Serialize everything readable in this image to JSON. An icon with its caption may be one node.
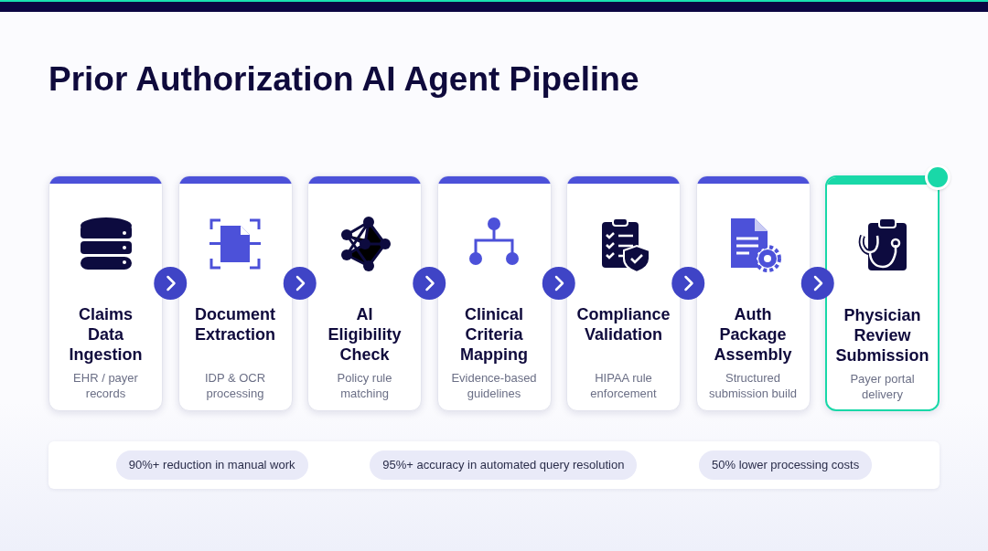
{
  "diagram": {
    "title": "Prior Authorization AI Agent Pipeline",
    "nodes": [
      {
        "text": [
          "Claims Data Ingestion",
          "EHR / payer records"
        ]
      },
      {
        "text": [
          "Document Extraction",
          "IDP & OCR processing"
        ]
      },
      {
        "text": [
          "AI Eligibility Check",
          "Policy rule matching"
        ]
      },
      {
        "text": [
          "Clinical Criteria Mapping",
          "Evidence-based guidelines"
        ]
      },
      {
        "text": [
          "Compliance Validation",
          "HIPAA rule enforcement"
        ]
      },
      {
        "text": [
          "Auth Package Assembly",
          "Structured submission build"
        ]
      },
      {
        "text": [
          "Physician Review Submission",
          "Payer portal delivery"
        ]
      }
    ],
    "edges": [
      {
        "from": 0,
        "to": 1,
        "arrow": "to"
      },
      {
        "from": 1,
        "to": 2,
        "arrow": "to"
      },
      {
        "from": 2,
        "to": 3,
        "arrow": "to"
      },
      {
        "from": 3,
        "to": 4,
        "arrow": "to"
      },
      {
        "from": 4,
        "to": 5,
        "arrow": "to"
      },
      {
        "from": 5,
        "to": 6,
        "arrow": "to"
      }
    ],
    "labels": [
      "90%+ reduction in manual work",
      "95%+ accuracy in automated query resolution",
      "50% lower processing costs"
    ]
  }
}
